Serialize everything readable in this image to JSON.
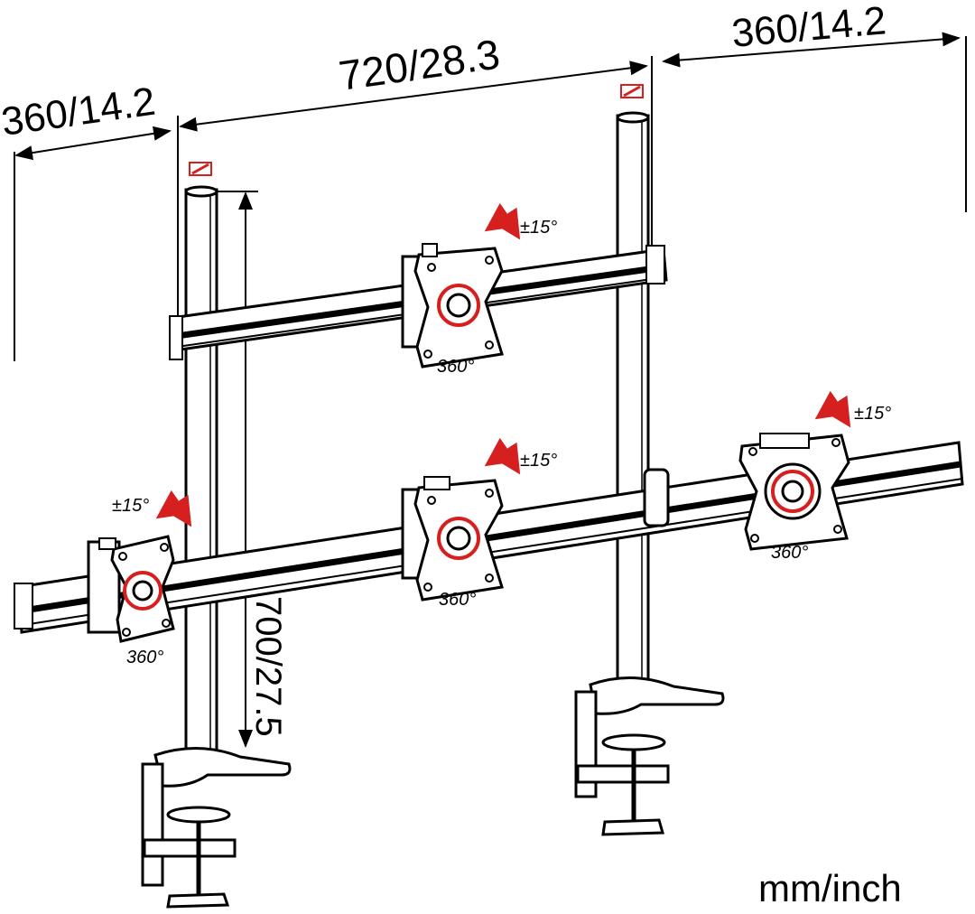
{
  "dimensions": {
    "left_span": "360/14.2",
    "center_span": "720/28.3",
    "right_span": "360/14.2",
    "pole_height": "700/27.5"
  },
  "angles": {
    "tilt_top": "±15°",
    "rotate_top": "360°",
    "tilt_mid": "±15°",
    "rotate_mid": "360°",
    "tilt_right": "±15°",
    "rotate_right": "360°",
    "tilt_left": "±15°",
    "rotate_left": "360°"
  },
  "units_label": "mm/inch",
  "colors": {
    "line": "#000000",
    "accent": "#d62020",
    "fill": "#ffffff"
  }
}
